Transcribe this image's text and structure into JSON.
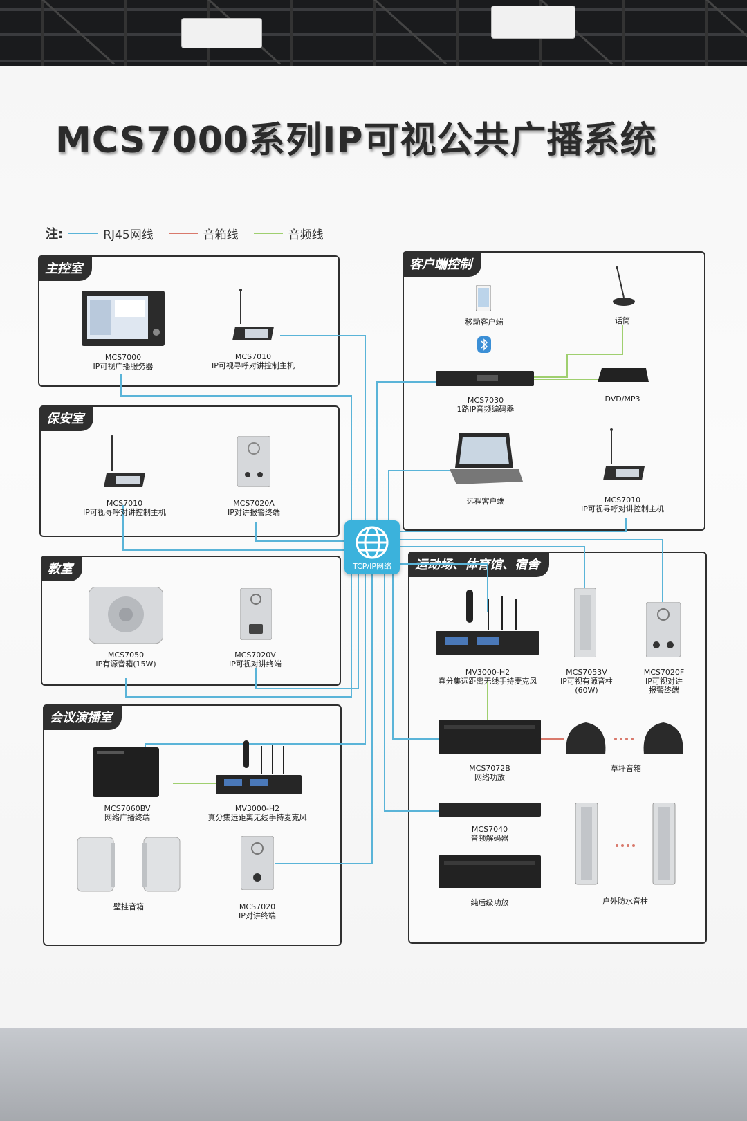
{
  "title": "MCS7000系列IP可视公共广播系统",
  "legend": {
    "prefix": "注:",
    "items": [
      {
        "label": "RJ45网线",
        "color": "#5ab4d8"
      },
      {
        "label": "音箱线",
        "color": "#d9796c"
      },
      {
        "label": "音频线",
        "color": "#9fcf6f"
      }
    ]
  },
  "hub": {
    "label": "TCP/IP网络"
  },
  "rooms": {
    "main": {
      "title": "主控室",
      "devices": [
        {
          "model": "MCS7000",
          "desc": "IP可视广播服务器"
        },
        {
          "model": "MCS7010",
          "desc": "IP可视寻呼对讲控制主机"
        }
      ]
    },
    "security": {
      "title": "保安室",
      "devices": [
        {
          "model": "MCS7010",
          "desc": "IP可视寻呼对讲控制主机"
        },
        {
          "model": "MCS7020A",
          "desc": "IP对讲报警终端"
        }
      ]
    },
    "classroom": {
      "title": "教室",
      "devices": [
        {
          "model": "MCS7050",
          "desc": "IP有源音箱(15W)"
        },
        {
          "model": "MCS7020V",
          "desc": "IP可视对讲终端"
        }
      ]
    },
    "meeting": {
      "title": "会议演播室",
      "devices": [
        {
          "model": "MCS7060BV",
          "desc": "网络广播终端"
        },
        {
          "model": "MV3000-H2",
          "desc": "真分集远距离无线手持麦克风"
        },
        {
          "model": "壁挂音箱",
          "desc": ""
        },
        {
          "model": "MCS7020",
          "desc": "IP对讲终端"
        }
      ]
    },
    "client": {
      "title": "客户端控制",
      "devices": [
        {
          "model": "移动客户端",
          "desc": ""
        },
        {
          "model": "话筒",
          "desc": ""
        },
        {
          "model": "MCS7030",
          "desc": "1路IP音频编码器"
        },
        {
          "model": "DVD/MP3",
          "desc": ""
        },
        {
          "model": "远程客户端",
          "desc": ""
        },
        {
          "model": "MCS7010",
          "desc": "IP可视寻呼对讲控制主机"
        }
      ]
    },
    "sports": {
      "title": "运动场、体育馆、宿舍",
      "devices": [
        {
          "model": "MV3000-H2",
          "desc": "真分集远距离无线手持麦克风"
        },
        {
          "model": "MCS7053V",
          "desc": "IP可视有源音柱",
          "desc2": "(60W)"
        },
        {
          "model": "MCS7020F",
          "desc": "IP可视对讲",
          "desc2": "报警终端"
        },
        {
          "model": "MCS7072B",
          "desc": "网络功放"
        },
        {
          "model": "草坪音箱",
          "desc": ""
        },
        {
          "model": "MCS7040",
          "desc": "音频解码器"
        },
        {
          "model": "纯后级功放",
          "desc": ""
        },
        {
          "model": "户外防水音柱",
          "desc": ""
        }
      ]
    }
  }
}
